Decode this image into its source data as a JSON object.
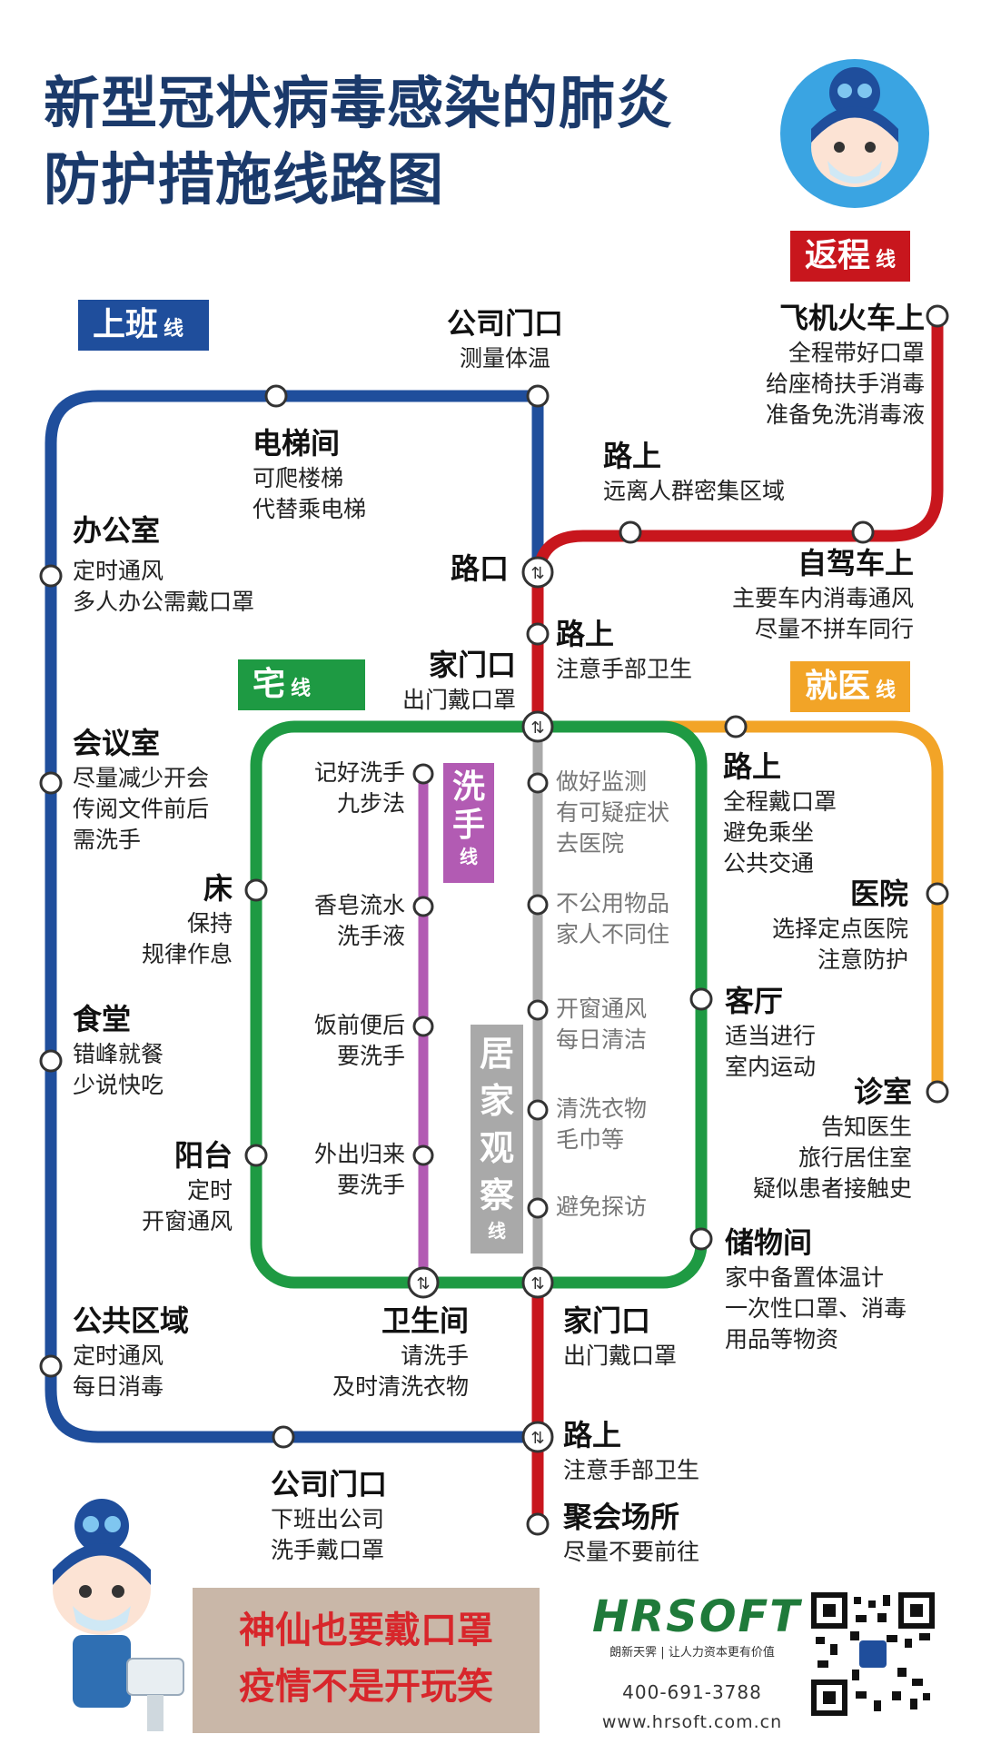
{
  "title": [
    "新型冠状病毒感染的肺炎",
    "防护措施线路图"
  ],
  "tags": {
    "fancheng": {
      "main": "返程",
      "suffix": "线"
    },
    "shangban": {
      "main": "上班",
      "suffix": "线"
    },
    "zhai": {
      "main": "宅",
      "suffix": "线"
    },
    "jiuyi": {
      "main": "就医",
      "suffix": "线"
    },
    "xishou": {
      "chars": [
        "洗",
        "手"
      ],
      "suffix": "线"
    },
    "jujia": {
      "chars": [
        "居",
        "家",
        "观",
        "察"
      ],
      "suffix": "线"
    }
  },
  "stations": {
    "gongsi_top": {
      "name": "公司门口",
      "desc": [
        "测量体温"
      ]
    },
    "feiji": {
      "name": "飞机火车上",
      "desc": [
        "全程带好口罩",
        "给座椅扶手消毒",
        "准备免洗消毒液"
      ]
    },
    "dianti": {
      "name": "电梯间",
      "desc": [
        "可爬楼梯",
        "代替乘电梯"
      ]
    },
    "lushang_top": {
      "name": "路上",
      "desc": [
        "远离人群密集区域"
      ]
    },
    "bangongshi": {
      "name": "办公室",
      "desc": [
        "定时通风",
        "多人办公需戴口罩"
      ]
    },
    "lukou": {
      "name": "路口",
      "desc": []
    },
    "zijia": {
      "name": "自驾车上",
      "desc": [
        "主要车内消毒通风",
        "尽量不拼车同行"
      ]
    },
    "lushang_mid": {
      "name": "路上",
      "desc": [
        "注意手部卫生"
      ]
    },
    "jiamen_top": {
      "name": "家门口",
      "desc": [
        "出门戴口罩"
      ]
    },
    "huiyi": {
      "name": "会议室",
      "desc": [
        "尽量减少开会",
        "传阅文件前后",
        "需洗手"
      ]
    },
    "lushang_jy": {
      "name": "路上",
      "desc": [
        "全程戴口罩",
        "避免乘坐",
        "公共交通"
      ]
    },
    "chuang": {
      "name": "床",
      "desc": [
        "保持",
        "规律作息"
      ]
    },
    "yiyuan": {
      "name": "医院",
      "desc": [
        "选择定点医院",
        "注意防护"
      ]
    },
    "shitang": {
      "name": "食堂",
      "desc": [
        "错峰就餐",
        "少说快吃"
      ]
    },
    "keting": {
      "name": "客厅",
      "desc": [
        "适当进行",
        "室内运动"
      ]
    },
    "zhenshi": {
      "name": "诊室",
      "desc": [
        "告知医生",
        "旅行居住室",
        "疑似患者接触史"
      ]
    },
    "yangtai": {
      "name": "阳台",
      "desc": [
        "定时",
        "开窗通风"
      ]
    },
    "chuwu": {
      "name": "储物间",
      "desc": [
        "家中备置体温计",
        "一次性口罩、消毒",
        "用品等物资"
      ]
    },
    "gonggong": {
      "name": "公共区域",
      "desc": [
        "定时通风",
        "每日消毒"
      ]
    },
    "weisheng": {
      "name": "卫生间",
      "desc": [
        "请洗手",
        "及时清洗衣物"
      ]
    },
    "jiamen_bot": {
      "name": "家门口",
      "desc": [
        "出门戴口罩"
      ]
    },
    "lushang_bot": {
      "name": "路上",
      "desc": [
        "注意手部卫生"
      ]
    },
    "gongsi_bot": {
      "name": "公司门口",
      "desc": [
        "下班出公司",
        "洗手戴口罩"
      ]
    },
    "juhui": {
      "name": "聚会场所",
      "desc": [
        "尽量不要前往"
      ]
    }
  },
  "handwash": [
    [
      "记好洗手",
      "九步法"
    ],
    [
      "香皂流水",
      "洗手液"
    ],
    [
      "饭前便后",
      "要洗手"
    ],
    [
      "外出归来",
      "要洗手"
    ]
  ],
  "observe": [
    [
      "做好监测",
      "有可疑症状",
      "去医院"
    ],
    [
      "不公用物品",
      "家人不同住"
    ],
    [
      "开窗通风",
      "每日清洁"
    ],
    [
      "清洗衣物",
      "毛巾等"
    ],
    [
      "避免探访"
    ]
  ],
  "slogan": [
    "神仙也要戴口罩",
    "疫情不是开玩笑"
  ],
  "brand": {
    "logo": "HRSOFT",
    "sub": "朗新天霁 | 让人力资本更有价值",
    "phone": "400-691-3788",
    "url": "www.hrsoft.com.cn"
  },
  "colors": {
    "blue": "#1f4e9c",
    "red": "#c8161d",
    "green": "#1e9a43",
    "orange": "#f2a427",
    "purple": "#b25bb3",
    "gray": "#a9a9a9",
    "title": "#1b3a6b"
  }
}
